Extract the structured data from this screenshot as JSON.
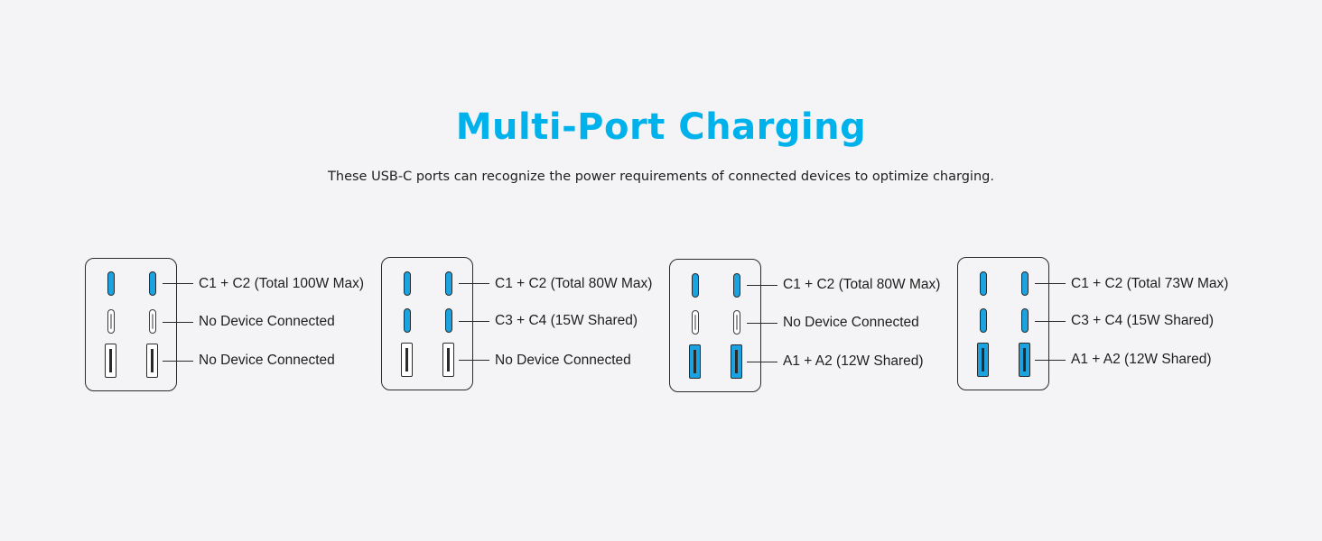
{
  "header": {
    "title": "Multi-Port Charging",
    "subtitle": "These USB-C ports can recognize the power requirements of connected devices to optimize charging."
  },
  "colors": {
    "accent": "#00b2ec",
    "port_active": "#1aa3e0",
    "outline": "#2a2a2a",
    "background": "#f4f4f6"
  },
  "configs": [
    {
      "ports": {
        "c_top": "active",
        "c_mid": "idle",
        "a_bottom": "idle"
      },
      "labels": [
        "C1 + C2 (Total 100W Max)",
        "No Device Connected",
        "No Device Connected"
      ]
    },
    {
      "ports": {
        "c_top": "active",
        "c_mid": "active",
        "a_bottom": "idle"
      },
      "labels": [
        "C1 + C2 (Total 80W Max)",
        "C3 + C4 (15W Shared)",
        "No Device Connected"
      ]
    },
    {
      "ports": {
        "c_top": "active",
        "c_mid": "idle",
        "a_bottom": "active"
      },
      "labels": [
        "C1 + C2 (Total 80W Max)",
        "No Device Connected",
        "A1 + A2 (12W Shared)"
      ]
    },
    {
      "ports": {
        "c_top": "active",
        "c_mid": "active",
        "a_bottom": "active"
      },
      "labels": [
        "C1 + C2 (Total 73W Max)",
        "C3 + C4 (15W Shared)",
        "A1 + A2 (12W Shared)"
      ]
    }
  ]
}
